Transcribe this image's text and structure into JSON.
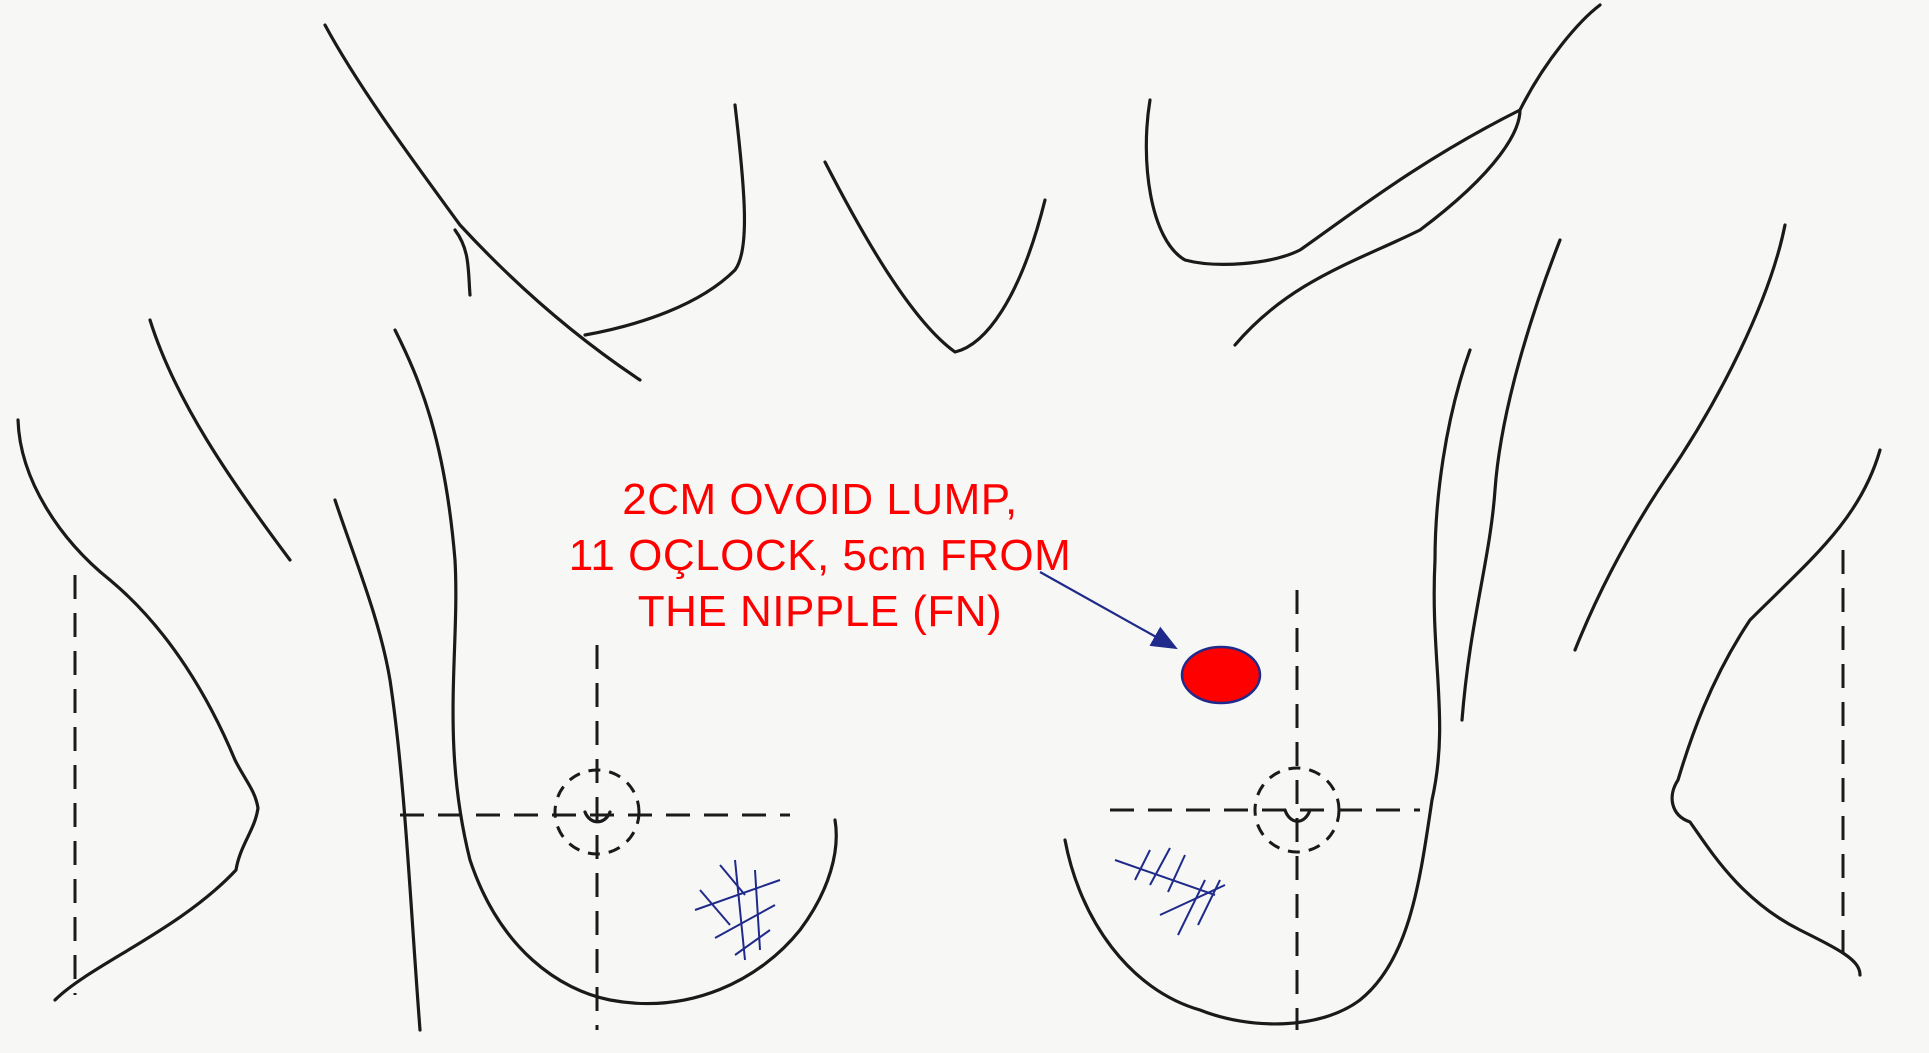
{
  "annotation": {
    "line1": "2CM OVOID LUMP,",
    "line2": "11 OÇLOCK, 5cm FROM",
    "line3": "THE NIPPLE (FN)",
    "color": "#ff0000"
  },
  "lump": {
    "color": "#ff0000",
    "outline": "#1f2a8a"
  },
  "arrow": {
    "color": "#1f2a8a"
  },
  "hatch": {
    "color": "#1f2a8a"
  },
  "line_color": "#1a1a1a"
}
